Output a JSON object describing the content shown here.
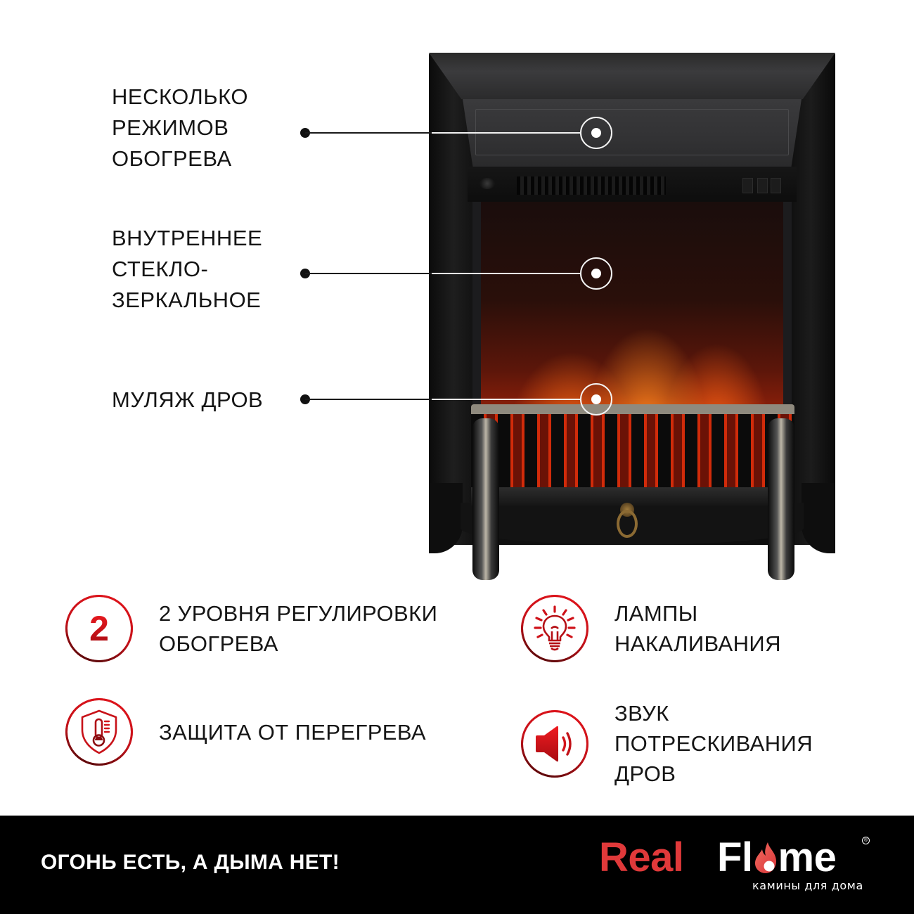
{
  "callouts": [
    {
      "id": "heating-modes",
      "lines": [
        "НЕСКОЛЬКО",
        "РЕЖИМОВ",
        "ОБОГРЕВА"
      ]
    },
    {
      "id": "inner-glass",
      "lines": [
        "ВНУТРЕННЕЕ",
        "СТЕКЛО-",
        "ЗЕРКАЛЬНОЕ"
      ]
    },
    {
      "id": "fake-logs",
      "lines": [
        "МУЛЯЖ ДРОВ"
      ]
    }
  ],
  "features": [
    {
      "id": "heat-levels",
      "icon": "number-two-icon",
      "icon_text": "2",
      "lines": [
        "2 УРОВНЯ РЕГУЛИРОВКИ",
        "ОБОГРЕВА"
      ]
    },
    {
      "id": "incandescent-lamps",
      "icon": "light-bulb-icon",
      "lines": [
        "ЛАМПЫ",
        "НАКАЛИВАНИЯ"
      ]
    },
    {
      "id": "overheat-protection",
      "icon": "shield-thermometer-icon",
      "lines": [
        "ЗАЩИТА ОТ ПЕРЕГРЕВА"
      ]
    },
    {
      "id": "crackling-sound",
      "icon": "speaker-icon",
      "lines": [
        "ЗВУК",
        "ПОТРЕСКИВАНИЯ",
        "ДРОВ"
      ]
    }
  ],
  "footer": {
    "slogan": "ОГОНЬ ЕСТЬ, А ДЫМА НЕТ!",
    "brand": {
      "word1": "Real",
      "word2_prefix": "Fl",
      "word2_suffix": "me",
      "registered": "®",
      "tagline": "камины для дома"
    }
  },
  "colors": {
    "accent_red": "#d3141b",
    "brand_red": "#e0393a",
    "footer_bg": "#000000",
    "text": "#151515"
  }
}
